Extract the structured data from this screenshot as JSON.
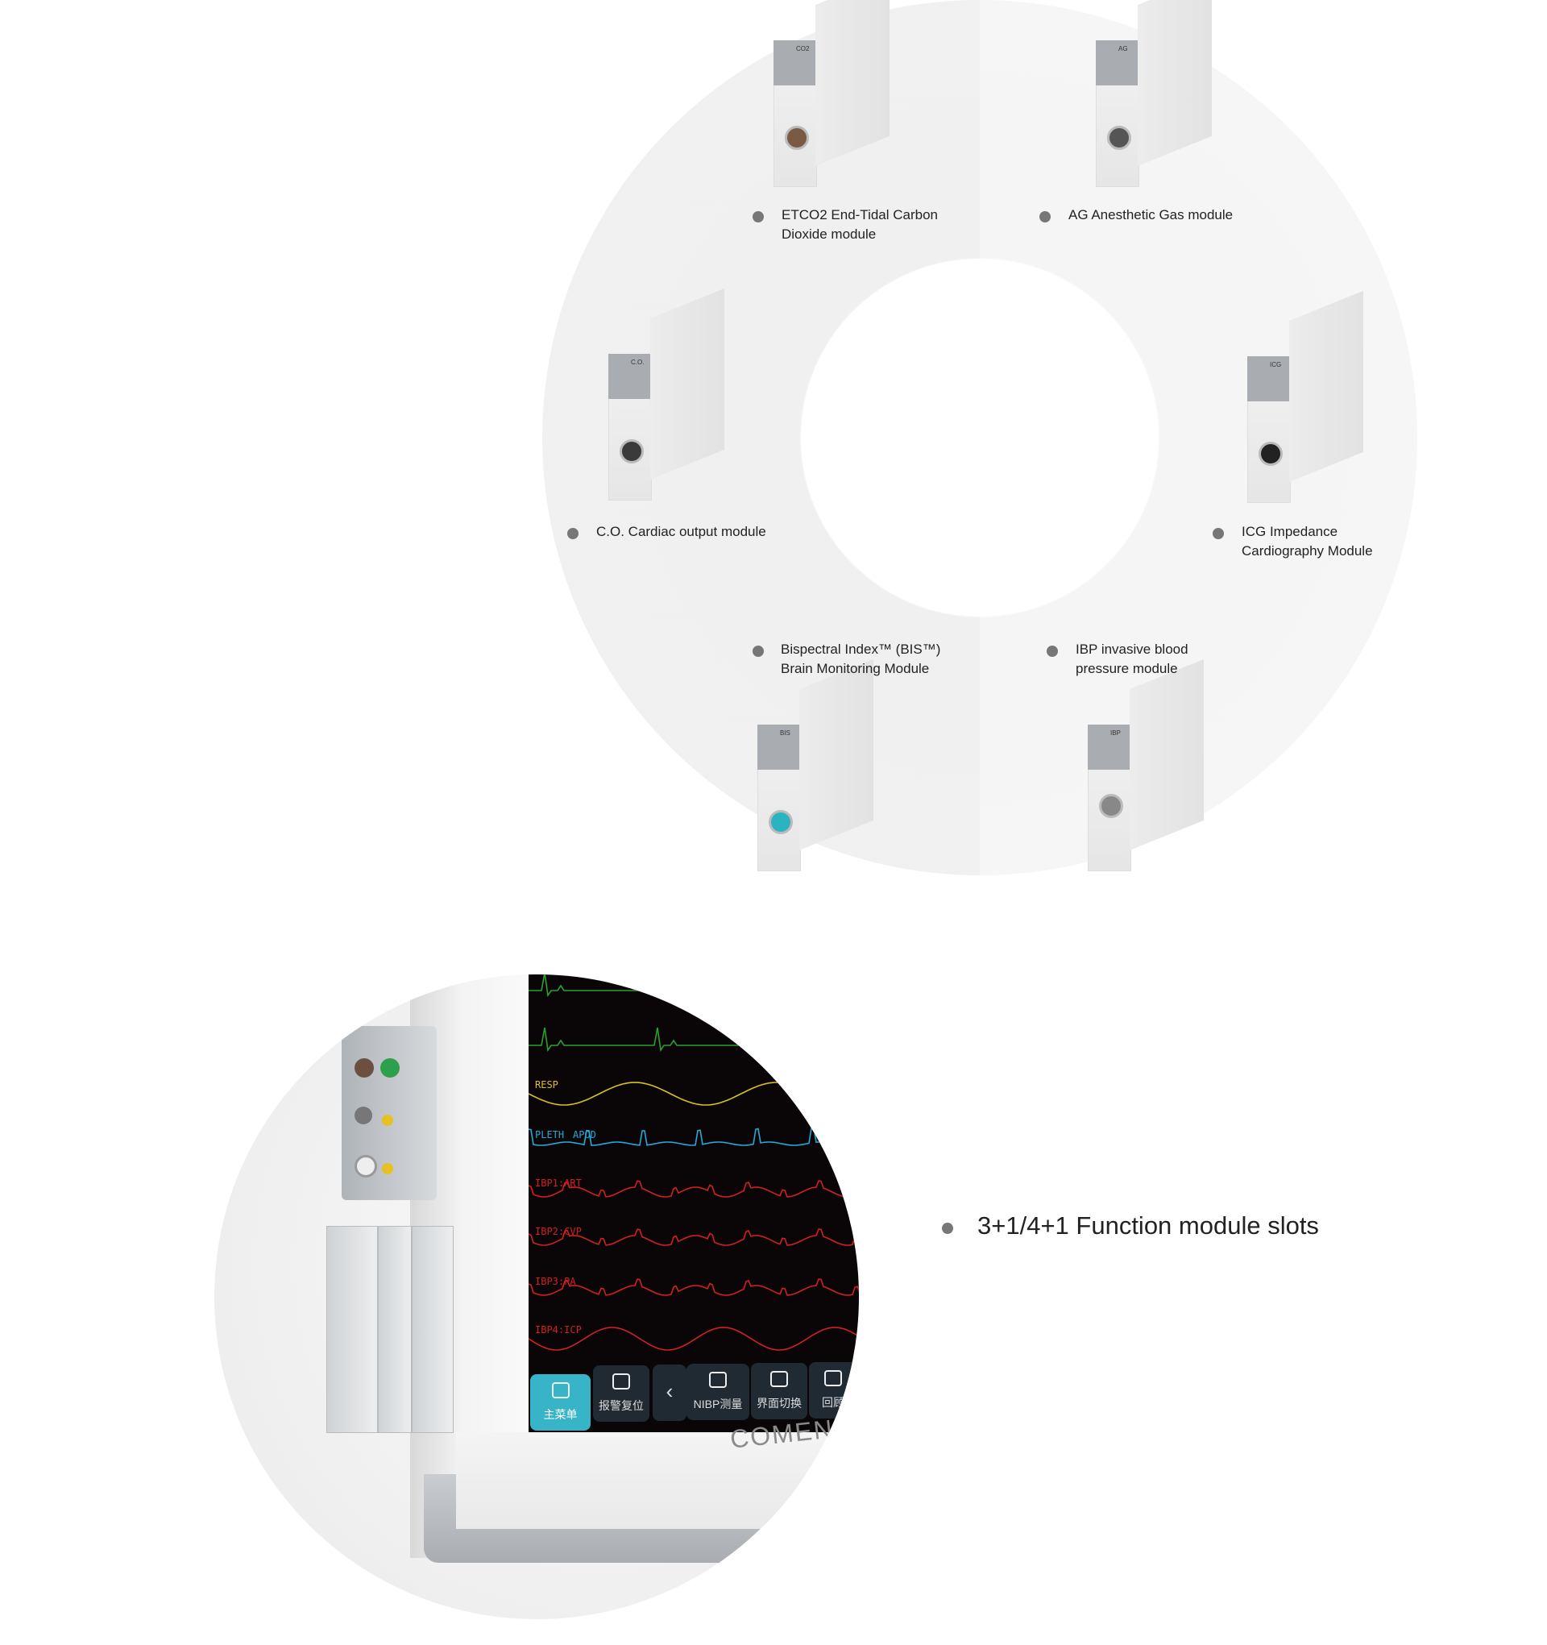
{
  "modules": [
    {
      "id": "etco2",
      "label_line1": "ETCO2 End-Tidal Carbon",
      "label_line2": "Dioxide module",
      "tag": "CO2",
      "connector_color": "#7a5a42"
    },
    {
      "id": "ag",
      "label_line1": "AG Anesthetic Gas module",
      "label_line2": "",
      "tag": "AG",
      "connector_color": "#555555"
    },
    {
      "id": "co",
      "label_line1": "C.O. Cardiac output module",
      "label_line2": "",
      "tag": "C.O.",
      "connector_color": "#3a3a3a"
    },
    {
      "id": "icg",
      "label_line1": "ICG Impedance",
      "label_line2": "Cardiography Module",
      "tag": "ICG",
      "connector_color": "#222222"
    },
    {
      "id": "bis",
      "label_line1": "Bispectral Index™ (BIS™)",
      "label_line2": "Brain Monitoring Module",
      "tag": "BIS",
      "connector_color": "#2bb3c0"
    },
    {
      "id": "ibp",
      "label_line1": "IBP invasive blood",
      "label_line2": "pressure module",
      "tag": "IBP",
      "connector_color": "#888888"
    }
  ],
  "slots": {
    "label": "3+1/4+1 Function module slots"
  },
  "monitor": {
    "brand": "COMEN",
    "waves": [
      {
        "label": "RESP",
        "color": "#d8c020"
      },
      {
        "label": "PLETH",
        "label2": "APOD",
        "color": "#28a8d8"
      },
      {
        "label": "IBP1:ART",
        "color": "#d02020"
      },
      {
        "label": "IBP2:CVP",
        "color": "#d02020"
      },
      {
        "label": "IBP3:PA",
        "color": "#d02020"
      },
      {
        "label": "IBP4:ICP",
        "color": "#d02020"
      }
    ],
    "toolbar": [
      {
        "label": "主菜单",
        "icon": "monitor-icon",
        "active": true
      },
      {
        "label": "报警复位",
        "icon": "alarm-reset-icon",
        "active": false
      },
      {
        "label": "‹",
        "icon": "chevron-left-icon",
        "active": false
      },
      {
        "label": "NIBP测量",
        "icon": "nibp-icon",
        "active": false
      },
      {
        "label": "界面切换",
        "icon": "layers-icon",
        "active": false
      },
      {
        "label": "回顾",
        "icon": "review-icon",
        "active": false
      }
    ],
    "colors": {
      "ecg": "#2ca02c",
      "accent": "#38b4c8"
    }
  }
}
